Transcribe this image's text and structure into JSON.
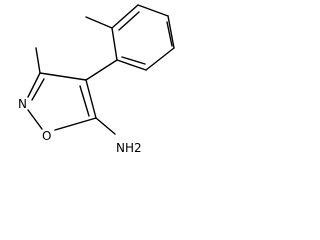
{
  "molecule": {
    "atoms": {
      "ring_n": "N",
      "ring_o": "O",
      "amine": "NH2"
    }
  }
}
